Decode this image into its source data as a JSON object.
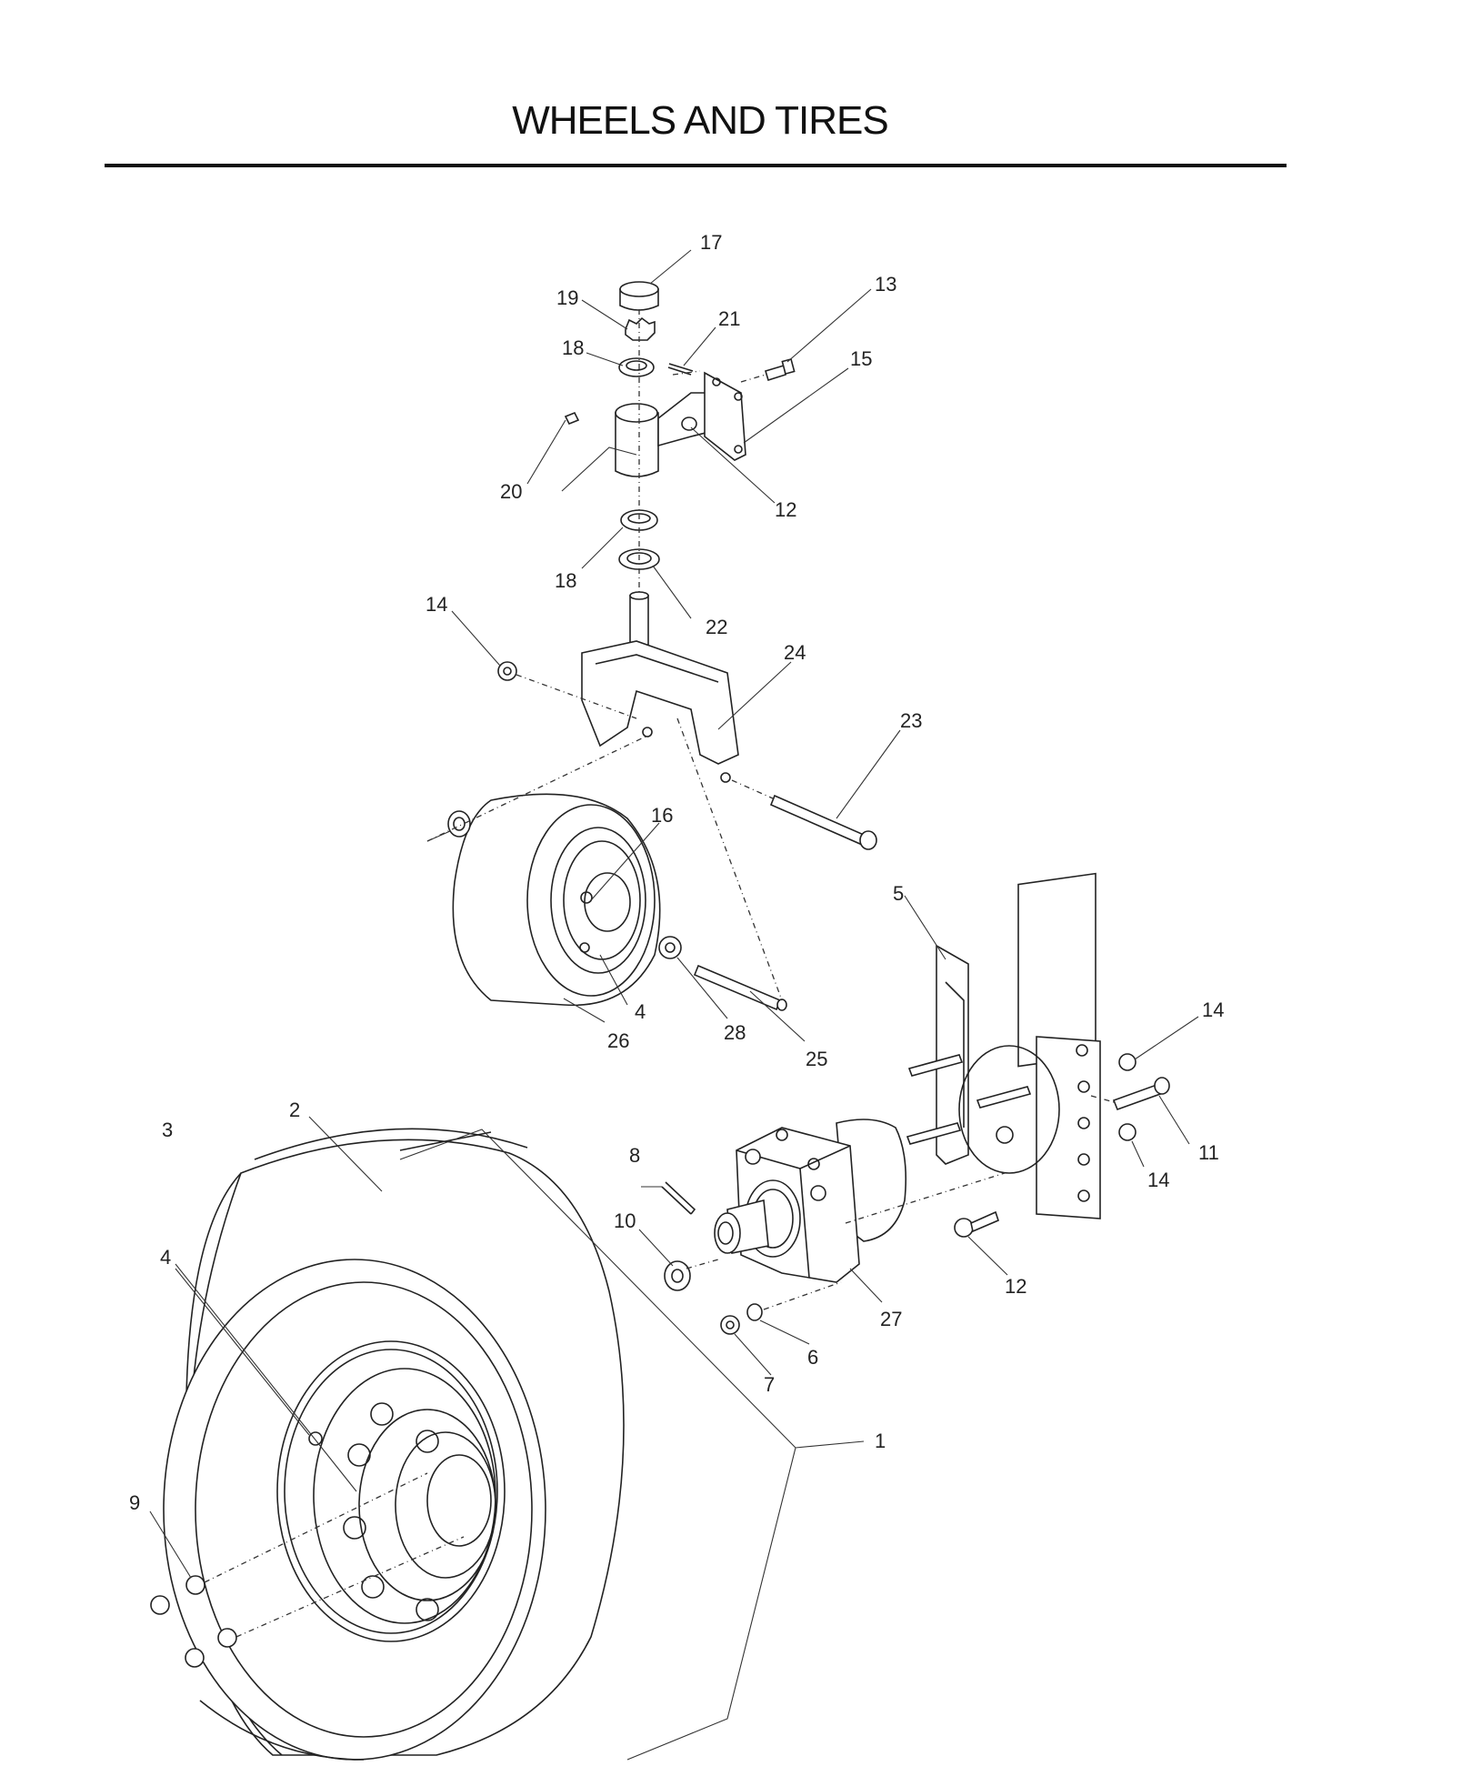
{
  "page": {
    "title": "WHEELS AND TIRES"
  },
  "callouts": {
    "c1": "1",
    "c2": "2",
    "c3": "3",
    "c4a": "4",
    "c4b": "4",
    "c5": "5",
    "c6": "6",
    "c7": "7",
    "c8": "8",
    "c9": "9",
    "c10": "10",
    "c11": "11",
    "c12a": "12",
    "c12b": "12",
    "c13": "13",
    "c14a": "14",
    "c14b": "14",
    "c14c": "14",
    "c15": "15",
    "c16": "16",
    "c17": "17",
    "c18a": "18",
    "c18b": "18",
    "c19": "19",
    "c20": "20",
    "c21": "21",
    "c22": "22",
    "c23": "23",
    "c24": "24",
    "c25": "25",
    "c26": "26",
    "c27": "27",
    "c28": "28"
  },
  "icons": {
    "tire": "rear-tire-icon",
    "rim": "wheel-rim-icon",
    "motor": "wheel-motor-icon",
    "caster": "caster-wheel-icon",
    "fork": "caster-fork-icon",
    "bracket": "motor-mount-bracket-icon"
  }
}
